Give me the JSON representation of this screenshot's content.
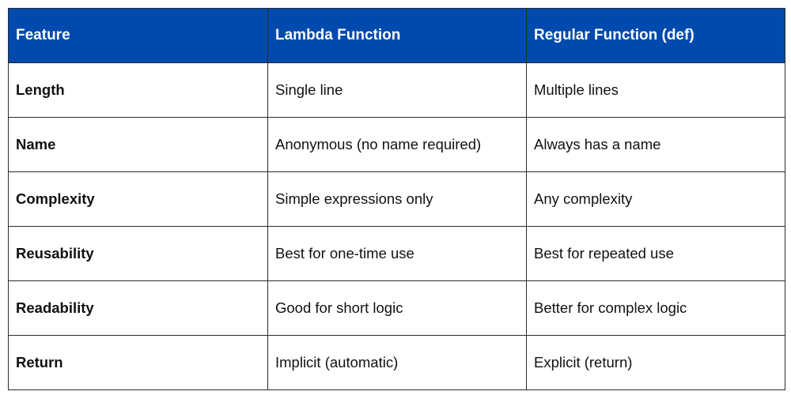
{
  "header": [
    "Feature",
    "Lambda Function",
    "Regular Function (def)"
  ],
  "rows": [
    [
      "Length",
      "Single line",
      "Multiple lines"
    ],
    [
      "Name",
      "Anonymous (no name required)",
      "Always has a name"
    ],
    [
      "Complexity",
      "Simple expressions only",
      "Any complexity"
    ],
    [
      "Reusability",
      "Best for one-time use",
      "Best for repeated use"
    ],
    [
      "Readability",
      "Good for short logic",
      "Better for complex logic"
    ],
    [
      "Return",
      "Implicit (automatic)",
      "Explicit (return)"
    ]
  ],
  "colors": {
    "header_bg": "#004AAD",
    "header_text": "#FFFFFF",
    "border": "#2B2B2B"
  }
}
